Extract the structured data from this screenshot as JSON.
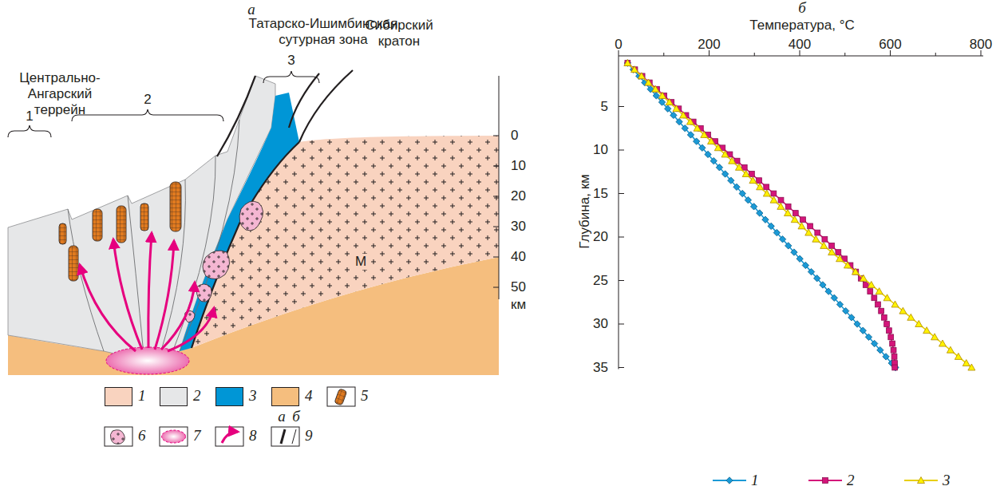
{
  "diagram": {
    "labels": [
      "а",
      "Татарско-Ишимбинская сутурная зона",
      "Центрально-Ангарский террейн",
      "Сибирский кратон",
      "1",
      "2",
      "3",
      "0",
      "10",
      "20",
      "30",
      "40",
      "50",
      "км",
      "М",
      "б",
      "Температура, °C",
      "0",
      "200",
      "400",
      "600",
      "800",
      "Глубина, км",
      "5",
      "10",
      "15",
      "20",
      "25",
      "30",
      "35",
      "а",
      "б"
    ],
    "legend": [
      {
        "text": "1",
        "color": "#f9d3bf"
      },
      {
        "text": "2",
        "color": "#e6e7e8"
      },
      {
        "text": "3",
        "color": "#0096d6"
      },
      {
        "text": "4",
        "color": "#f5be7e"
      },
      {
        "text": "5"
      },
      {
        "text": "6"
      },
      {
        "text": "7"
      },
      {
        "text": "8"
      },
      {
        "text": "9"
      },
      {
        "text": "1"
      },
      {
        "text": "2"
      },
      {
        "text": "3"
      }
    ]
  }
}
